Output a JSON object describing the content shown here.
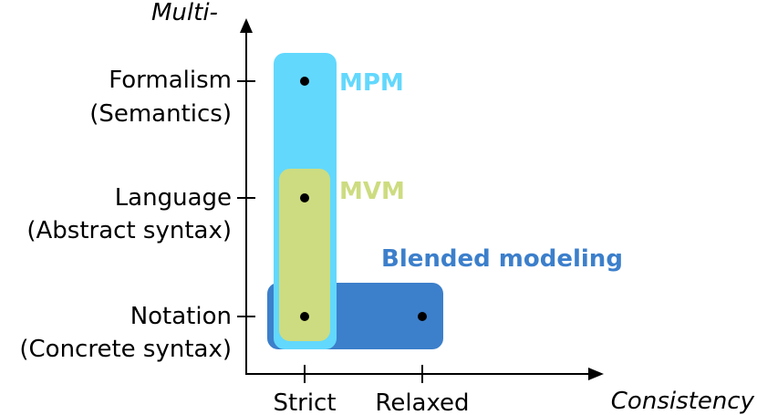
{
  "axes": {
    "y_title": "Multi-",
    "x_title": "Consistency",
    "y_levels": [
      {
        "line1": "Formalism",
        "line2": "(Semantics)"
      },
      {
        "line1": "Language",
        "line2": "(Abstract syntax)"
      },
      {
        "line1": "Notation",
        "line2": "(Concrete syntax)"
      }
    ],
    "x_levels": [
      "Strict",
      "Relaxed"
    ]
  },
  "regions": {
    "mpm": {
      "label": "MPM",
      "color": "#62d8fd"
    },
    "mvm": {
      "label": "MVM",
      "color": "#cddc80"
    },
    "blended": {
      "label": "Blended modeling",
      "color": "#3c7fcb"
    }
  },
  "points": [
    {
      "x": "Strict",
      "y": "Formalism"
    },
    {
      "x": "Strict",
      "y": "Language"
    },
    {
      "x": "Strict",
      "y": "Notation"
    },
    {
      "x": "Relaxed",
      "y": "Notation"
    }
  ]
}
